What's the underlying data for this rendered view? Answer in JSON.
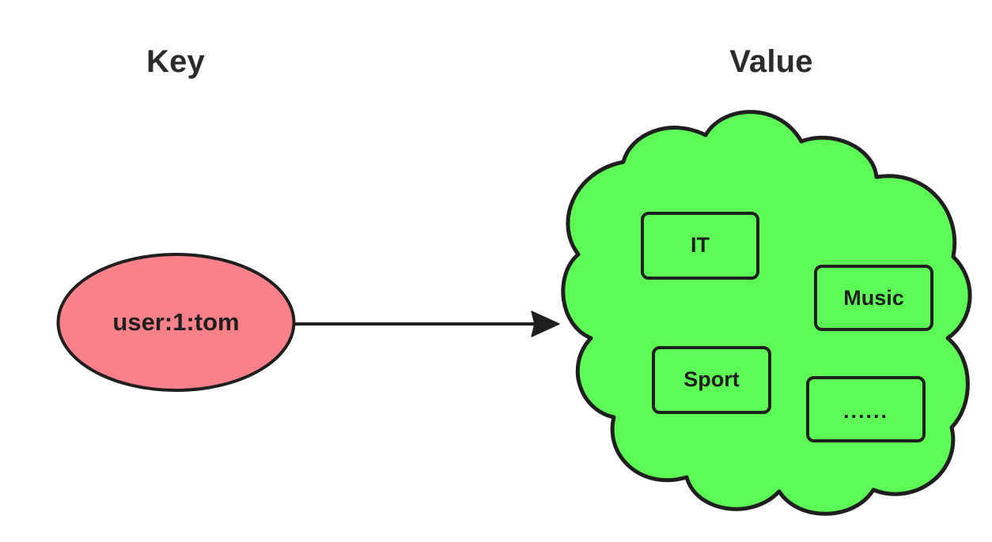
{
  "diagram": {
    "type": "redis-key-value-set-diagram",
    "background_color": "#ffffff",
    "columns": [
      {
        "id": "key",
        "title": "Key"
      },
      {
        "id": "value",
        "title": "Value"
      }
    ],
    "key_node": {
      "shape": "ellipse",
      "label": "user:1:tom",
      "fill_color": "#FA8089",
      "stroke_color": "#1f1f1f"
    },
    "connector": {
      "kind": "arrow",
      "direction": "left-to-right",
      "from": "key_node",
      "to": "value_cloud",
      "color": "#1f1f1f"
    },
    "value_cloud": {
      "shape": "cloud",
      "fill_color": "#5DFB55",
      "stroke_color": "#1f1f1f",
      "items": [
        {
          "id": "it",
          "label": "IT"
        },
        {
          "id": "music",
          "label": "Music"
        },
        {
          "id": "sport",
          "label": "Sport"
        },
        {
          "id": "ellipsis",
          "label": "......"
        }
      ],
      "item_fill_color": "#5DFB55",
      "item_stroke_color": "#1f1f1f"
    }
  }
}
